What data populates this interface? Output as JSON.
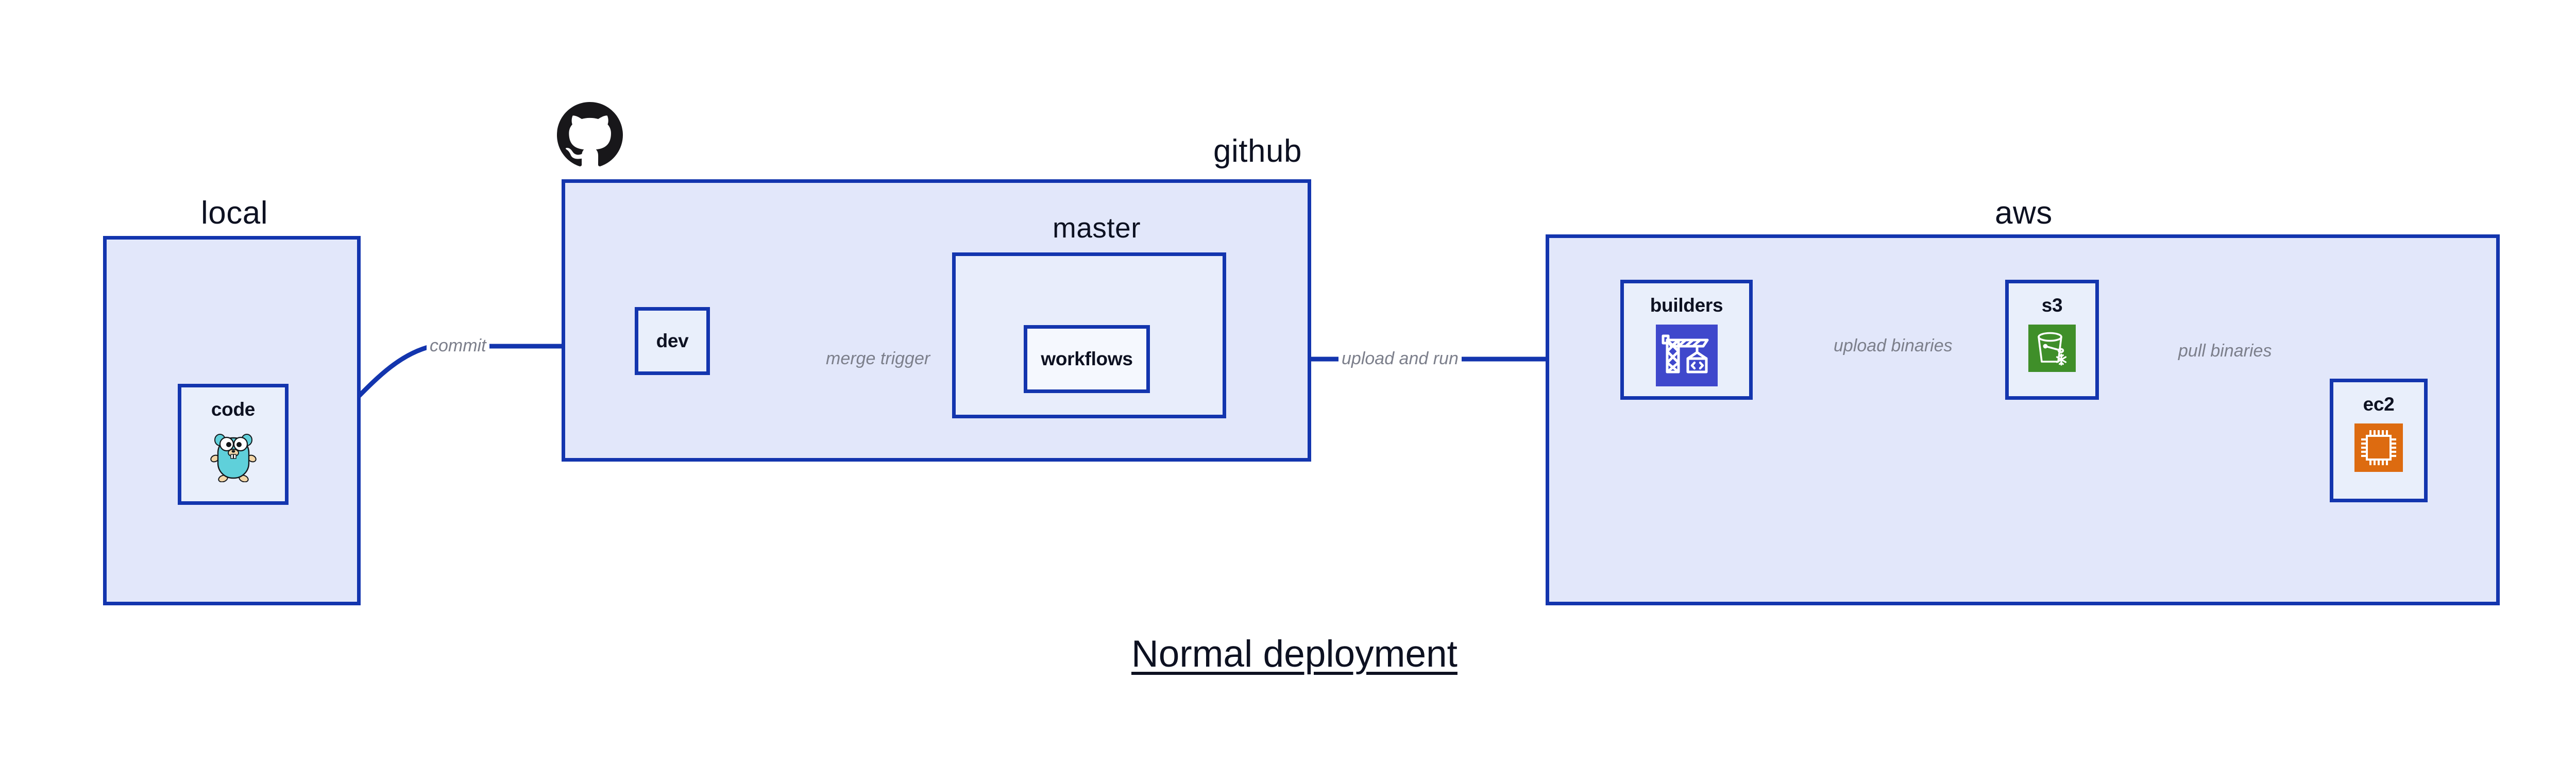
{
  "diagram": {
    "title": "Normal deployment",
    "accent_color": "#1335ae",
    "group_fill": "#e2e7fa",
    "node_fill": "#e9effb",
    "label_color": "#7c7f8b",
    "text_color": "#0d1121"
  },
  "groups": [
    {
      "id": "local",
      "label": "local"
    },
    {
      "id": "github",
      "label": "github"
    },
    {
      "id": "master",
      "label": "master"
    },
    {
      "id": "aws",
      "label": "aws"
    }
  ],
  "nodes": [
    {
      "id": "code",
      "label": "code",
      "icon": "go-gopher-icon",
      "icon_color": "#5fd0da"
    },
    {
      "id": "dev",
      "label": "dev",
      "icon": "none",
      "icon_color": ""
    },
    {
      "id": "workflows",
      "label": "workflows",
      "icon": "none",
      "icon_color": ""
    },
    {
      "id": "builders",
      "label": "builders",
      "icon": "aws-codebuild-icon",
      "icon_color": "#3f48cc"
    },
    {
      "id": "s3",
      "label": "s3",
      "icon": "aws-s3-bucket-icon",
      "icon_color": "#3f8f29"
    },
    {
      "id": "ec2",
      "label": "ec2",
      "icon": "aws-ec2-chip-icon",
      "icon_color": "#dd6b10"
    }
  ],
  "edges": [
    {
      "id": "code-to-dev",
      "from": "code",
      "to": "dev",
      "label": "commit"
    },
    {
      "id": "dev-to-workflows",
      "from": "dev",
      "to": "workflows",
      "label": "merge trigger"
    },
    {
      "id": "workflows-to-builders",
      "from": "workflows",
      "to": "builders",
      "label": "upload and run"
    },
    {
      "id": "builders-to-s3",
      "from": "builders",
      "to": "s3",
      "label": "upload binaries"
    },
    {
      "id": "s3-to-ec2",
      "from": "s3",
      "to": "ec2",
      "label": "pull binaries"
    }
  ],
  "logos": [
    {
      "id": "github-logo",
      "name": "github-octocat-icon",
      "color": "#18171a"
    }
  ]
}
